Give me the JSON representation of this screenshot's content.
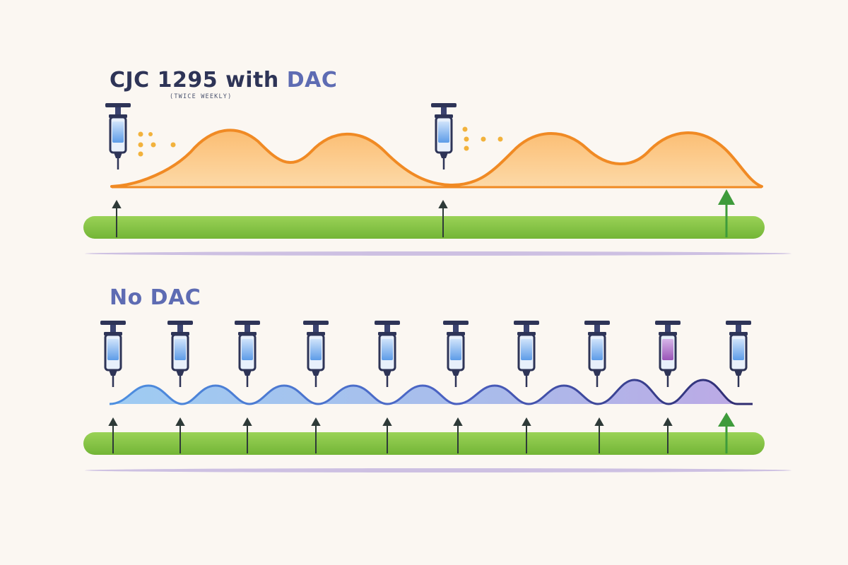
{
  "panels": {
    "dac": {
      "title_prefix": "CJC 1295 with ",
      "title_accent": "DAC",
      "subtitle": "(TWICE WEEKLY)",
      "injection_count": 2,
      "peak_count": 4,
      "curve_color": "#f08a24",
      "fill_color": "#fbb15e"
    },
    "nodac": {
      "title": "No DAC",
      "injection_count": 10,
      "peak_count": 9,
      "curve_color_start": "#4d8fe0",
      "curve_color_end": "#8457c8"
    }
  },
  "colors": {
    "timeline": "#84c443",
    "timeline_shadow": "#cdc0e2",
    "arrow": "#2e3a38",
    "end_arrow": "#3e9b3b",
    "syringe_outline": "#2e3457",
    "syringe_fluid": "#5d9ce8",
    "syringe_fluid_alt": "#9a55b8",
    "dots": "#f2b23c"
  },
  "icons": [
    "syringe-icon",
    "arrow-up-icon"
  ]
}
